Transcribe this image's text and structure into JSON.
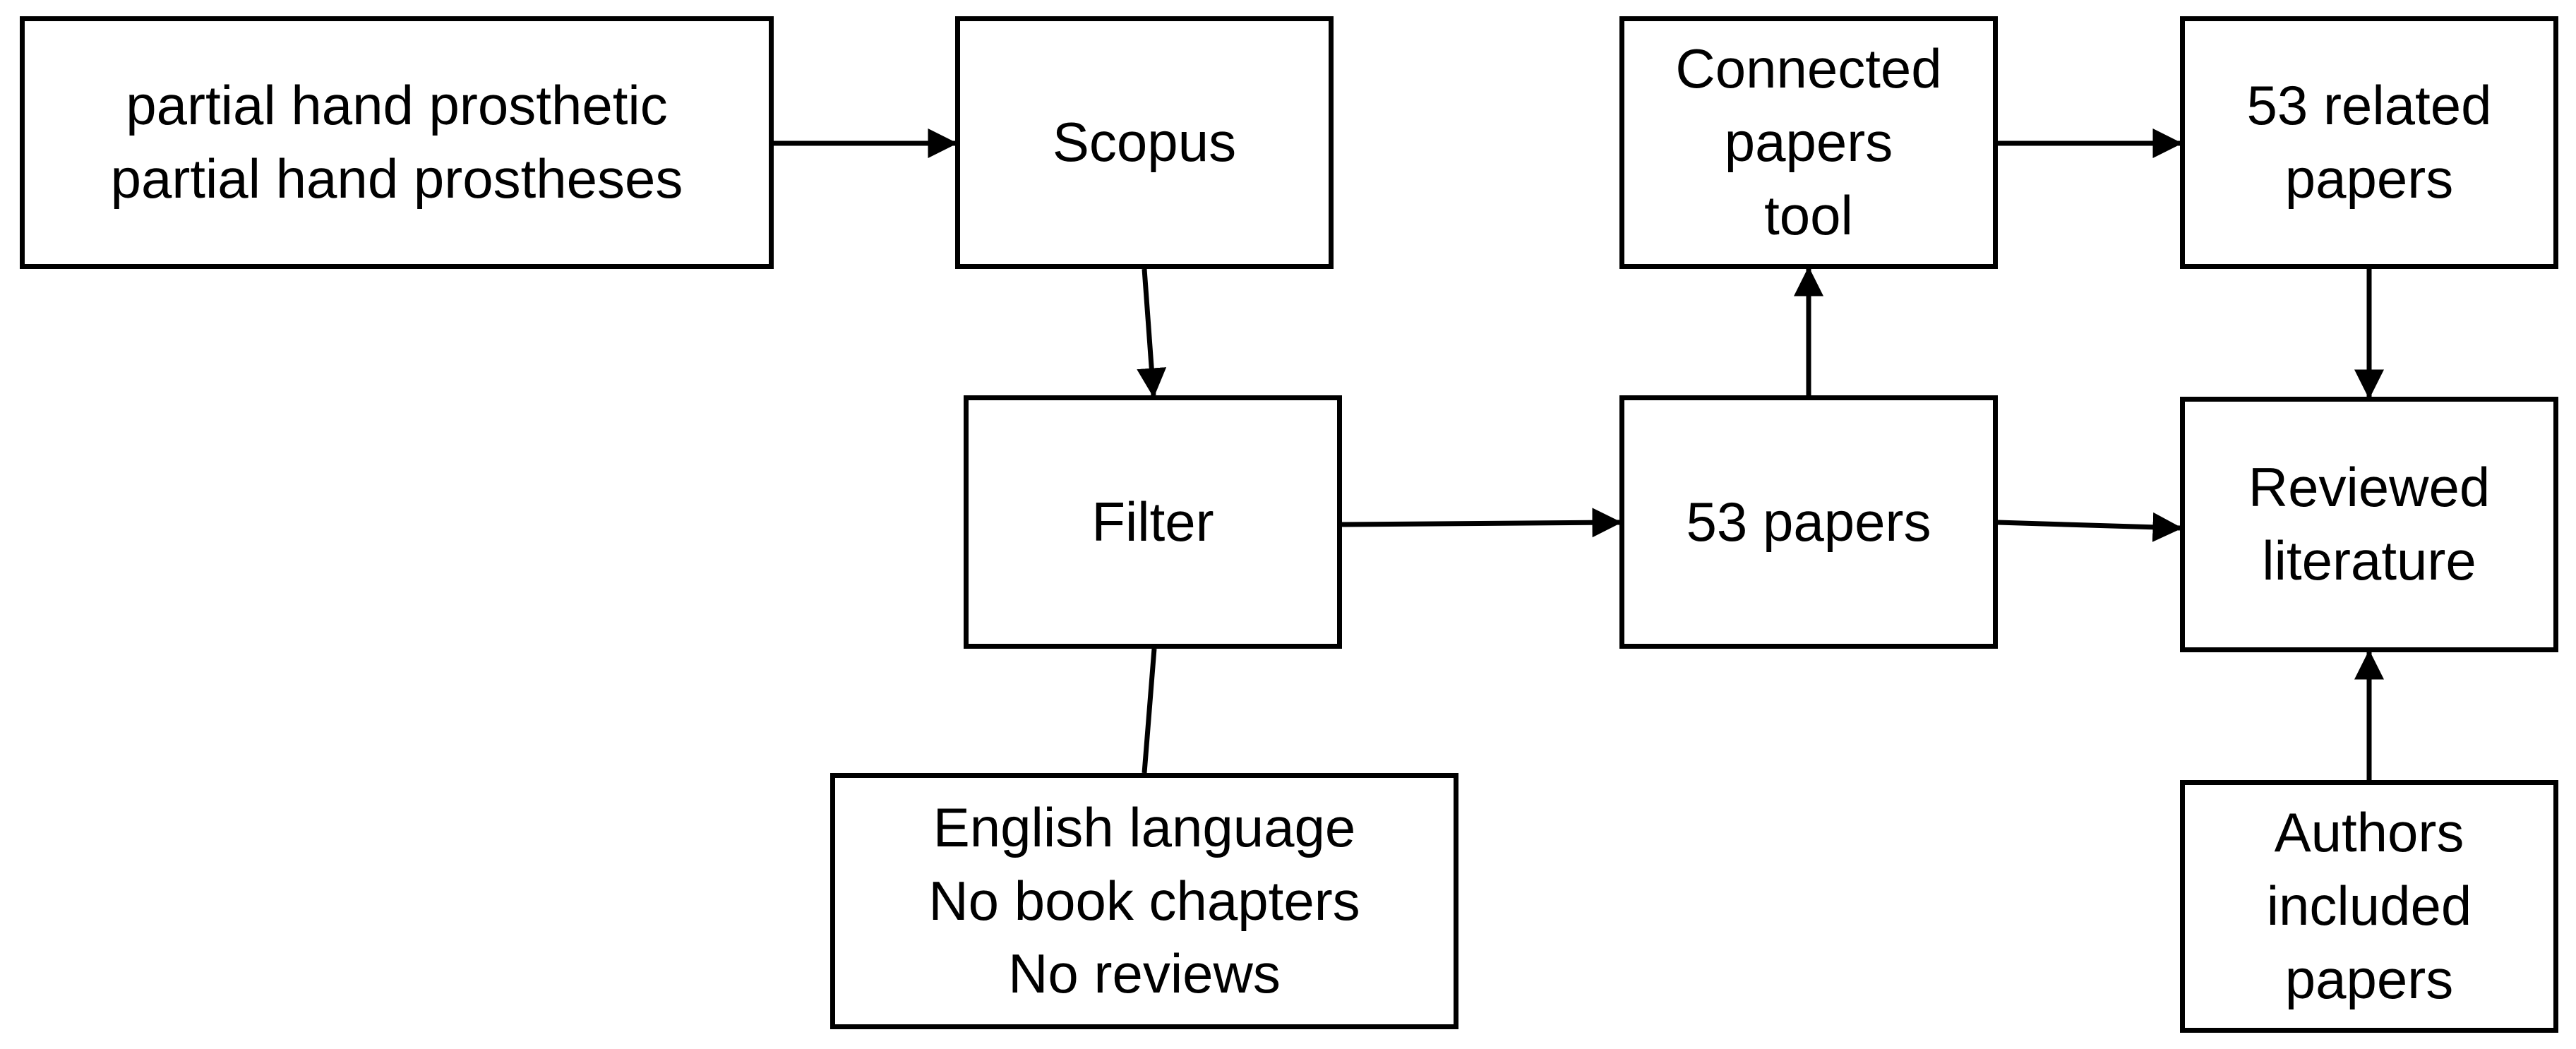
{
  "diagram": {
    "boxes": {
      "keywords": "partial hand prosthetic\npartial hand prostheses",
      "scopus": "Scopus",
      "filter": "Filter",
      "criteria": "English language\nNo book chapters\nNo reviews",
      "connected_tool": "Connected\npapers\ntool",
      "papers": "53 papers",
      "related": "53 related\npapers",
      "reviewed": "Reviewed\nliterature",
      "authors": "Authors\nincluded\npapers"
    },
    "colors": {
      "stroke": "#000000",
      "background": "#ffffff"
    }
  }
}
